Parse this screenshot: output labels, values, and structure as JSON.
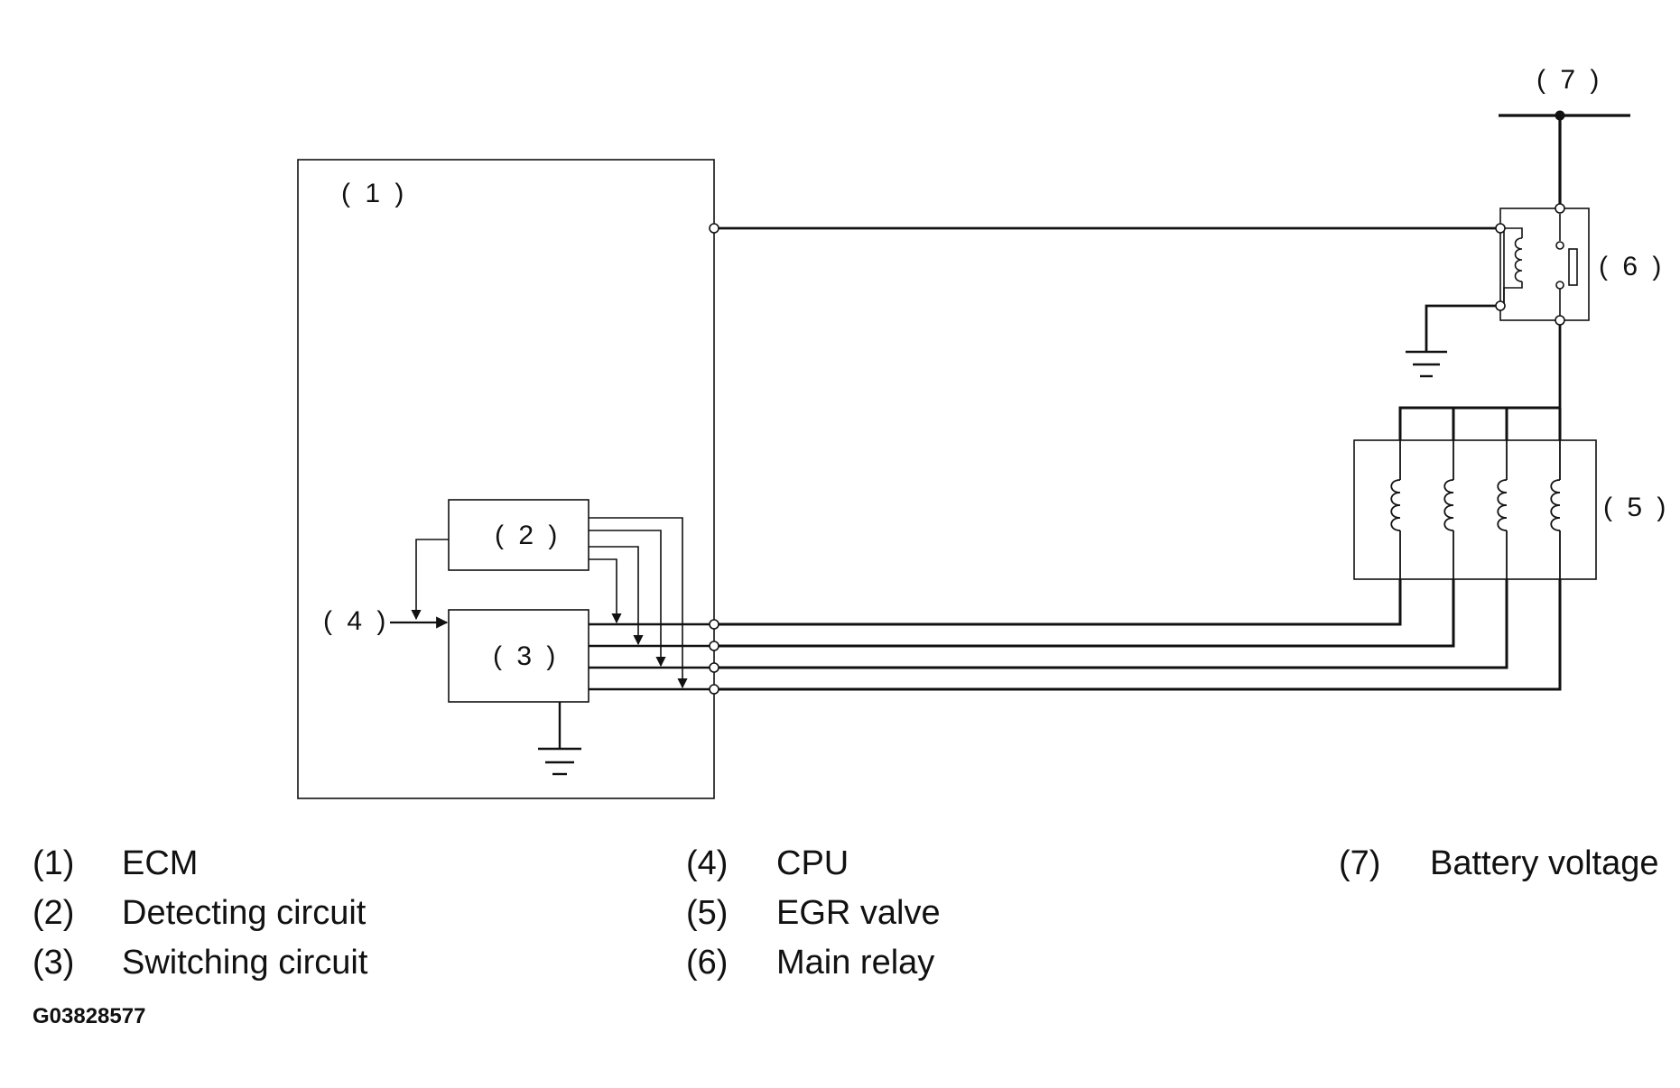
{
  "labels": {
    "ecm": "( 1 )",
    "detecting_circuit": "( 2 )",
    "switching_circuit": "( 3 )",
    "cpu": "( 4 )",
    "egr_valve": "( 5 )",
    "main_relay": "( 6 )",
    "battery_voltage": "( 7 )"
  },
  "legend": [
    {
      "num": "(1)",
      "text": "ECM"
    },
    {
      "num": "(2)",
      "text": "Detecting circuit"
    },
    {
      "num": "(3)",
      "text": "Switching circuit"
    },
    {
      "num": "(4)",
      "text": "CPU"
    },
    {
      "num": "(5)",
      "text": "EGR valve"
    },
    {
      "num": "(6)",
      "text": "Main relay"
    },
    {
      "num": "(7)",
      "text": "Battery voltage"
    }
  ],
  "figure_code": "G03828577"
}
